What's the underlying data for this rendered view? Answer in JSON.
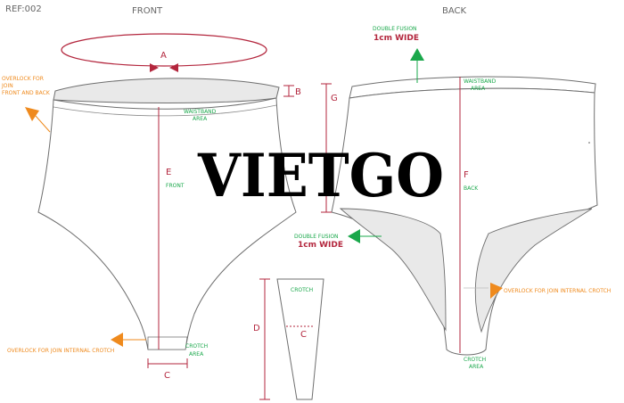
{
  "ref_label": "REF:002",
  "front_title": "FRONT",
  "back_title": "BACK",
  "watermark": "VIETGO",
  "colors": {
    "outline": "#6f6f6f",
    "measure": "#b3263d",
    "green": "#1aa84b",
    "orange": "#ef8a1d",
    "fill": "#e9e9e9"
  },
  "measure_letters": {
    "a": "A",
    "b": "B",
    "c_front": "C",
    "c_crotch": "C",
    "d": "D",
    "e": "E",
    "f": "F",
    "g": "G"
  },
  "front_annotations": {
    "overlock_join_line1": "OVERLOCK FOR",
    "overlock_join_line2": "JOIN",
    "overlock_join_line3": "FRONT AND BACK",
    "waistband_line1": "WAISTBAND",
    "waistband_line2": "AREA",
    "front_label": "FRONT",
    "crotch_line1": "CROTCH",
    "crotch_line2": "AREA",
    "overlock_internal_crotch": "OVERLOCK FOR JOIN INTERNAL CROTCH"
  },
  "back_annotations": {
    "double_fusion_top_line1": "DOUBLE FUSION",
    "double_fusion_top_line2": "1cm WIDE",
    "waistband_line1": "WAISTBAND",
    "waistband_line2": "AREA",
    "back_label": "BACK",
    "double_fusion_side_line1": "DOUBLE FUSION",
    "double_fusion_side_line2": "1cm WIDE",
    "overlock_internal_crotch": "OVERLOCK FOR JOIN INTERNAL CROTCH",
    "crotch_line1": "CROTCH",
    "crotch_line2": "AREA"
  },
  "crotch_piece": {
    "label": "CROTCH"
  }
}
